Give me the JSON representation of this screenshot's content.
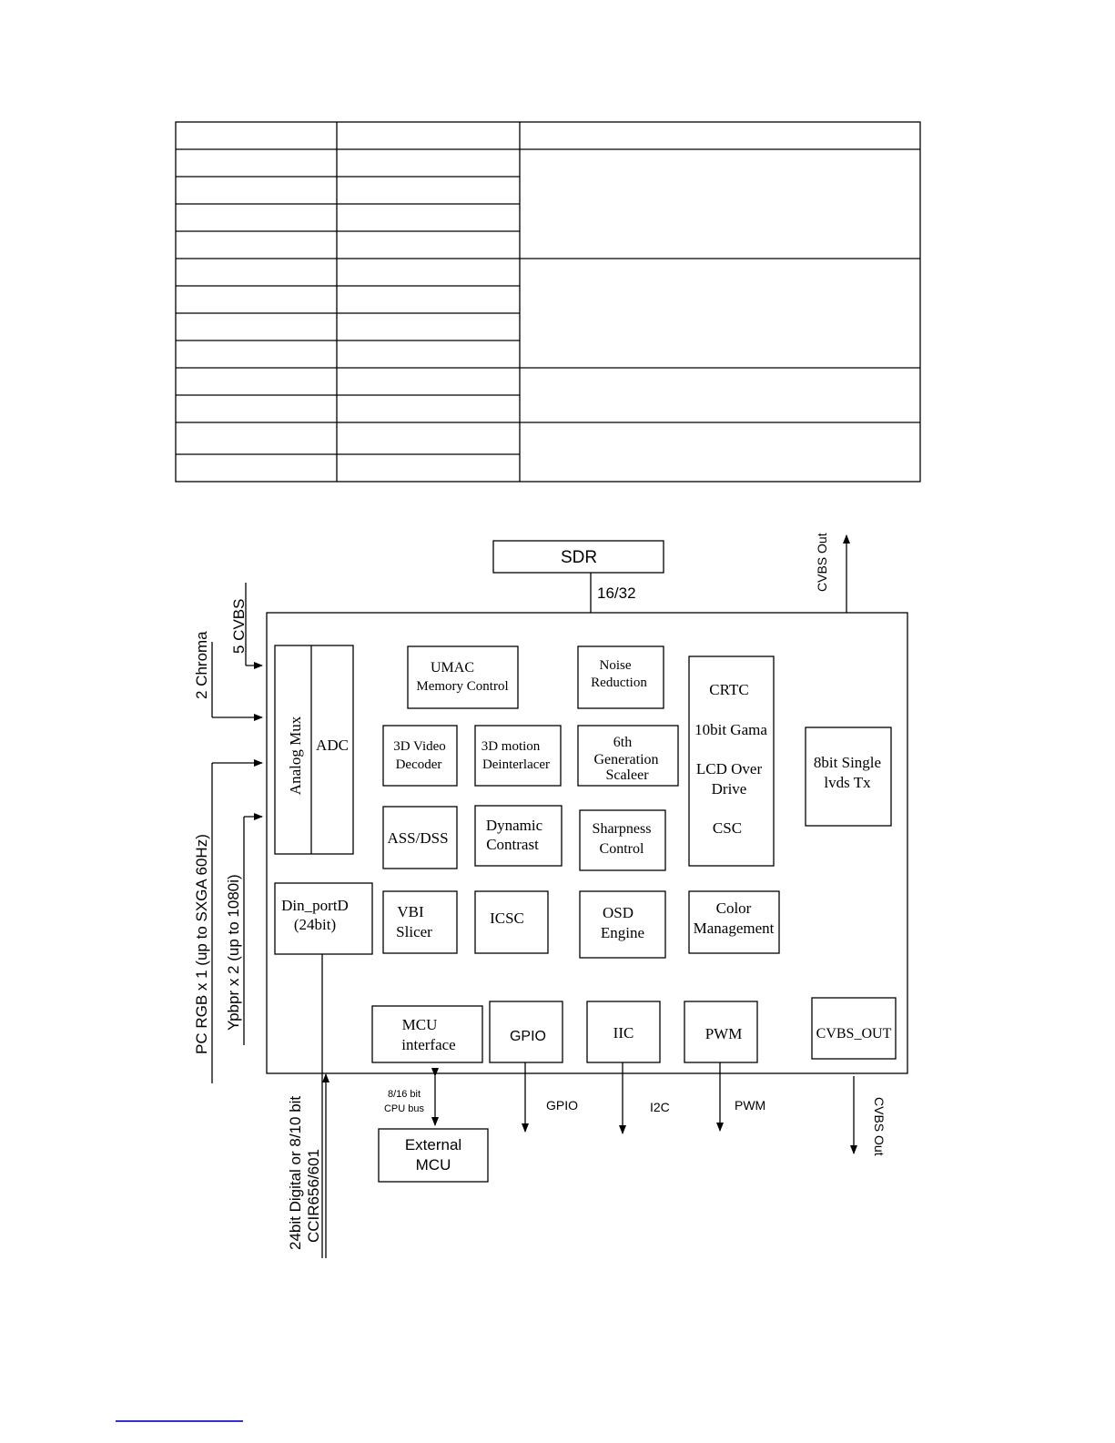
{
  "table": {
    "cells": []
  },
  "diagram": {
    "sdr": "SDR",
    "bus_width": "16/32",
    "cvbs_out_top": "CVBS Out",
    "cvbs_out_bottom": "CVBS Out",
    "inputs": {
      "cvbs": "5 CVBS",
      "chroma": "2 Chroma",
      "pc_rgb": "PC RGB x 1  (up to SXGA 60Hz)",
      "ypbpr": "Ypbpr x 2 (up to 1080i)",
      "digital_line1": "24bit Digital or 8/10 bit",
      "digital_line2": "CCIR656/601"
    },
    "blocks": {
      "analog_mux": "Analog  Mux",
      "adc": "ADC",
      "umac_line1": "UMAC",
      "umac_line2": "Memory Control",
      "noise_line1": "Noise",
      "noise_line2": "Reduction",
      "crtc": "CRTC",
      "gama": "10bit Gama",
      "lcd_line1": "LCD Over",
      "lcd_line2": "Drive",
      "csc": "CSC",
      "video_dec_line1": "3D Video",
      "video_dec_line2": "Decoder",
      "deint_line1": "3D motion",
      "deint_line2": "Deinterlacer",
      "scaler_line1": "6th",
      "scaler_line2": "Generation",
      "scaler_line3": "Scaleer",
      "lvds_line1": "8bit Single",
      "lvds_line2": "lvds Tx",
      "ass_dss": "ASS/DSS",
      "dyn_line1": "Dynamic",
      "dyn_line2": "Contrast",
      "sharp_line1": "Sharpness",
      "sharp_line2": "Control",
      "din_line1": "Din_portD",
      "din_line2": "(24bit)",
      "vbi_line1": "VBI",
      "vbi_line2": "Slicer",
      "icsc": "ICSC",
      "osd_line1": "OSD",
      "osd_line2": "Engine",
      "color_line1": "Color",
      "color_line2": "Management",
      "mcu_line1": "MCU",
      "mcu_line2": "interface",
      "gpio": "GPIO",
      "iic": "IIC",
      "pwm": "PWM",
      "cvbs_out_block": "CVBS_OUT",
      "ext_mcu_line1": "External",
      "ext_mcu_line2": "MCU"
    },
    "outputs": {
      "cpu_bus_line1": "8/16 bit",
      "cpu_bus_line2": "CPU bus",
      "gpio": "GPIO",
      "i2c": "I2C",
      "pwm": "PWM"
    }
  }
}
